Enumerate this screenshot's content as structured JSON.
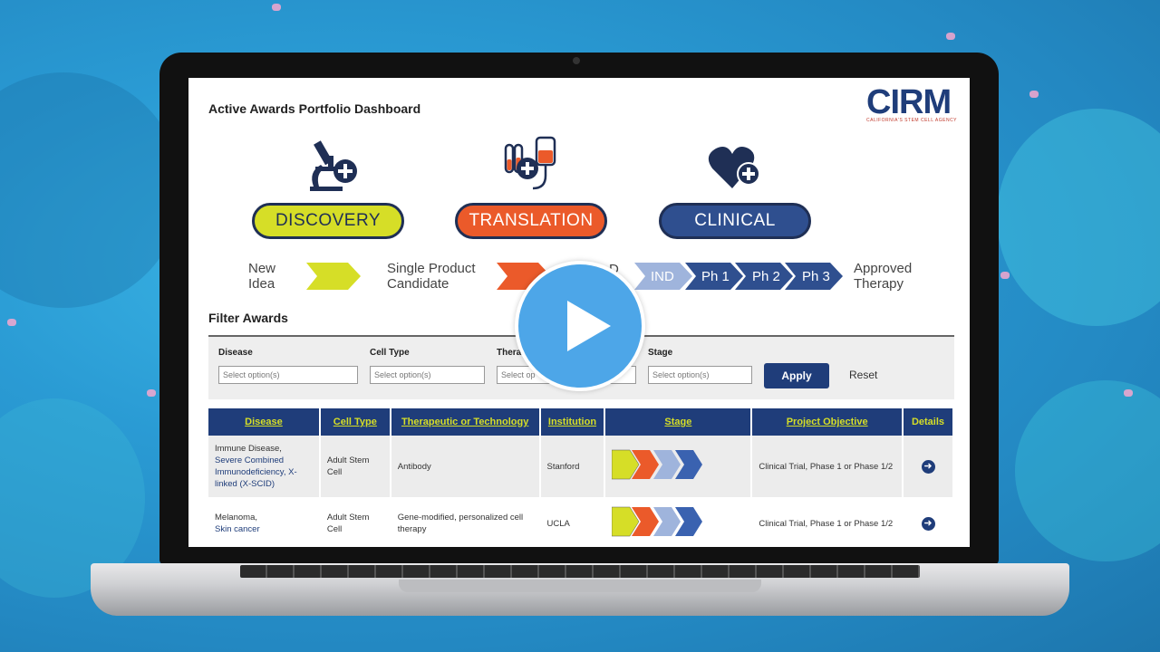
{
  "dashboard": {
    "title": "Active Awards Portfolio Dashboard",
    "logo": "CIRM",
    "logo_sub": "CALIFORNIA'S STEM CELL AGENCY"
  },
  "pipeline": {
    "discovery": "DISCOVERY",
    "translation": "TRANSLATION",
    "clinical": "CLINICAL",
    "new_idea": [
      "New",
      "Idea"
    ],
    "single_product": [
      "Single Product",
      "Candidate"
    ],
    "approved": [
      "Approved",
      "Therapy"
    ],
    "ind_partial": "D",
    "steps": [
      "IND",
      "Ph 1",
      "Ph 2",
      "Ph 3"
    ]
  },
  "filters": {
    "heading": "Filter Awards",
    "disease_label": "Disease",
    "celltype_label": "Cell Type",
    "therapeutic_label": "Thera",
    "stage_label": "Stage",
    "placeholder": "Select option(s)",
    "placeholder_partial": "Select op",
    "apply": "Apply",
    "reset": "Reset"
  },
  "table": {
    "headers": [
      "Disease",
      "Cell Type",
      "Therapeutic or Technology",
      "Institution",
      "Stage",
      "Project Objective",
      "Details"
    ],
    "rows": [
      {
        "disease_a": "Immune Disease,",
        "disease_b": "Severe Combined Immunodeficiency, X-linked (X-SCID)",
        "cell_type": "Adult Stem Cell",
        "therapeutic": "Antibody",
        "institution": "Stanford",
        "objective": "Clinical Trial, Phase 1 or Phase 1/2"
      },
      {
        "disease_a": "Melanoma,",
        "disease_b": "Skin cancer",
        "cell_type": "Adult Stem Cell",
        "therapeutic": "Gene-modified, personalized cell therapy",
        "institution": "UCLA",
        "objective": "Clinical Trial, Phase 1 or Phase 1/2"
      }
    ]
  },
  "colors": {
    "discovery": "#d6de27",
    "translation": "#eb5a2a",
    "clinical": "#2f4f8f",
    "navy": "#1f3d7a"
  }
}
